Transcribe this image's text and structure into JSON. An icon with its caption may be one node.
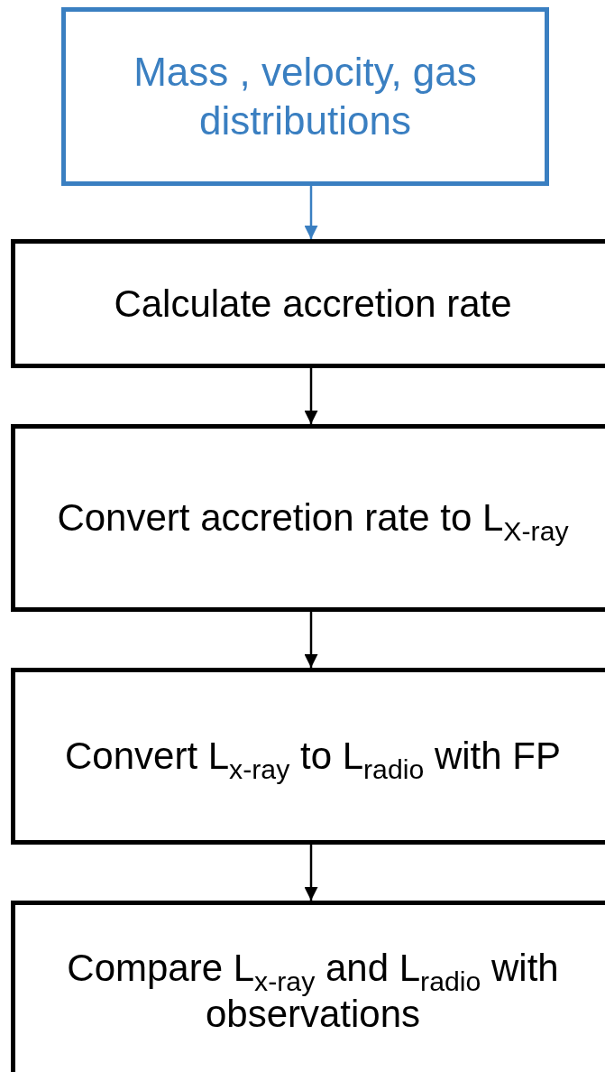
{
  "diagram": {
    "nodes": [
      {
        "text": [
          "Mass , velocity, gas distributions"
        ]
      },
      {
        "text": [
          "Calculate accretion rate"
        ]
      },
      {
        "text": [
          "Convert accretion rate to L$_{X-ray}$"
        ]
      },
      {
        "text": [
          "Convert L$_{x-ray}$ to L$_{radio}$ with FP"
        ]
      },
      {
        "text": [
          "Compare L$_{x-ray}$ and L$_{radio}$ with observations"
        ]
      }
    ],
    "edges": [
      {
        "from": 0,
        "to": 1,
        "arrow": "to",
        "color": "#3a7fc1"
      },
      {
        "from": 1,
        "to": 2,
        "arrow": "to"
      },
      {
        "from": 2,
        "to": 3,
        "arrow": "to"
      },
      {
        "from": 3,
        "to": 4,
        "arrow": "to"
      }
    ]
  }
}
